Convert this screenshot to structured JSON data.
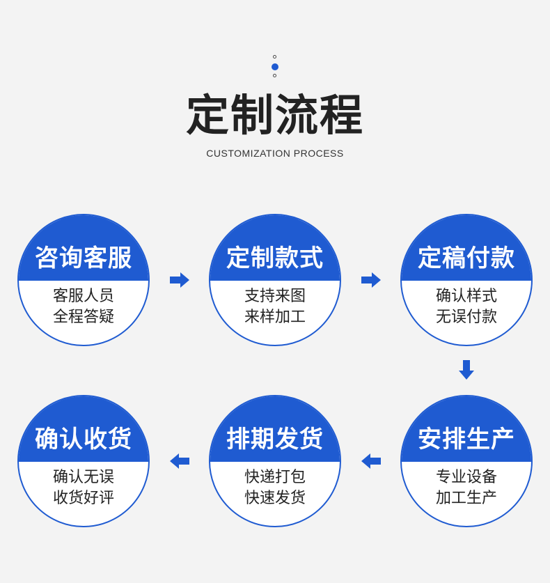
{
  "header": {
    "title": "定制流程",
    "subtitle": "CUSTOMIZATION PROCESS"
  },
  "colors": {
    "accent": "#1f5bd1",
    "background": "#f3f3f3",
    "text": "#222222"
  },
  "steps": [
    {
      "title": "咨询客服",
      "line1": "客服人员",
      "line2": "全程答疑"
    },
    {
      "title": "定制款式",
      "line1": "支持来图",
      "line2": "来样加工"
    },
    {
      "title": "定稿付款",
      "line1": "确认样式",
      "line2": "无误付款"
    },
    {
      "title": "安排生产",
      "line1": "专业设备",
      "line2": "加工生产"
    },
    {
      "title": "排期发货",
      "line1": "快递打包",
      "line2": "快速发货"
    },
    {
      "title": "确认收货",
      "line1": "确认无误",
      "line2": "收货好评"
    }
  ],
  "arrows": [
    {
      "icon": "arrow-right-icon"
    },
    {
      "icon": "arrow-right-icon"
    },
    {
      "icon": "arrow-down-icon"
    },
    {
      "icon": "arrow-left-icon"
    },
    {
      "icon": "arrow-left-icon"
    }
  ]
}
